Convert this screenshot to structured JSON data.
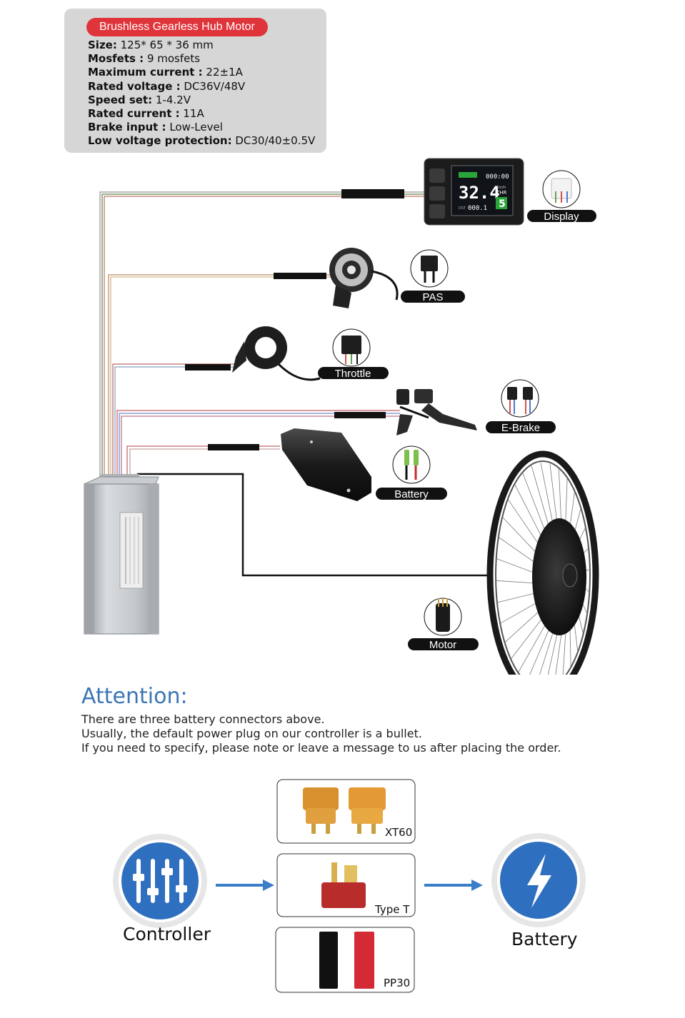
{
  "specs": {
    "title": "Brushless Gearless Hub Motor",
    "items": [
      {
        "label": "Size:",
        "value": " 125* 65 * 36 mm"
      },
      {
        "label": "Mosfets :",
        "value": " 9 mosfets"
      },
      {
        "label": "Maximum current :",
        "value": " 22±1A"
      },
      {
        "label": "Rated voltage :",
        "value": " DC36V/48V"
      },
      {
        "label": "Speed set:",
        "value": " 1-4.2V"
      },
      {
        "label": "Rated current :",
        "value": " 11A"
      },
      {
        "label": "Brake input :",
        "value": " Low-Level"
      },
      {
        "label": "Low voltage protection:",
        "value": " DC30/40±0.5V"
      }
    ]
  },
  "components": {
    "display": "Display",
    "pas": "PAS",
    "throttle": "Throttle",
    "ebrake": "E-Brake",
    "battery": "Battery",
    "motor": "Motor"
  },
  "lcd": {
    "trip": "000:00",
    "speed": "32.4",
    "unit": "Km/h",
    "thr": "THR",
    "level": "5",
    "dst_label": "DST",
    "odometer": "000.1"
  },
  "attention": {
    "title": "Attention:",
    "lines": [
      "There are three battery connectors above.",
      "Usually, the default power plug on our controller is a bullet.",
      "If you need to specify, please note or leave a message to us after placing the order."
    ]
  },
  "connectors": {
    "controller": "Controller",
    "battery": "Battery",
    "plugs": [
      "XT60",
      "Type T",
      "PP30"
    ]
  },
  "colors": {
    "accent_red": "#e0343b",
    "attention_blue": "#3c76b3",
    "icon_blue": "#2f6fbf"
  }
}
